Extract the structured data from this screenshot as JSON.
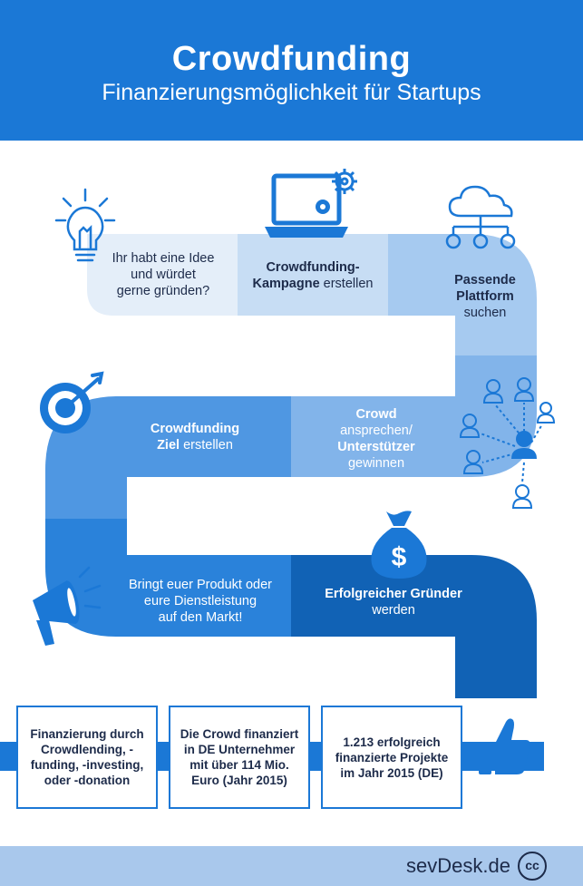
{
  "header": {
    "title": "Crowdfunding",
    "subtitle": "Finanzierungsmöglichkeit für Startups"
  },
  "steps": [
    {
      "icon": "lightbulb-icon",
      "lines": [
        "Ihr habt eine Idee",
        "und würdet",
        "gerne gründen?"
      ]
    },
    {
      "icon": "laptop-gears-icon",
      "bold": "Crowdfunding-",
      "line2_bold": "Kampagne",
      "line2_rest": " erstellen"
    },
    {
      "icon": "cloud-network-icon",
      "bold1": "Passende",
      "bold2": "Plattform",
      "rest": "suchen"
    },
    {
      "icon": "people-network-icon",
      "bold1": "Crowd",
      "line2": "ansprechen/",
      "bold2": "Unterstützer",
      "line4": "gewinnen"
    },
    {
      "icon": "target-icon",
      "bold1": "Crowdfunding",
      "bold2": "Ziel",
      "rest2": " erstellen"
    },
    {
      "icon": "money-bag-icon",
      "bold": "Erfolgreicher Gründer",
      "rest": "werden"
    },
    {
      "icon": "megaphone-icon",
      "lines": [
        "Bringt euer Produkt oder",
        "eure Dienstleistung",
        "auf den Markt!"
      ]
    }
  ],
  "boxes": [
    {
      "text": "Finanzierung durch Crowdlending, -funding, -investing, oder -donation"
    },
    {
      "text": "Die Crowd finanziert in DE Unternehmer mit über 114 Mio. Euro (Jahr 2015)"
    },
    {
      "text": "1.213 erfolgreich finanzierte Projekte im Jahr 2015 (DE)"
    }
  ],
  "footer": {
    "brand": "sevDesk.de",
    "badge": "cc"
  },
  "colors": {
    "header": "#1b78d6",
    "path_light": "#e4eef9",
    "path_mid": "#9fc6ee",
    "path_blue": "#3d8ee0",
    "path_dark": "#1162b5",
    "footer": "#a9c8ec",
    "text": "#1d2b4a"
  }
}
